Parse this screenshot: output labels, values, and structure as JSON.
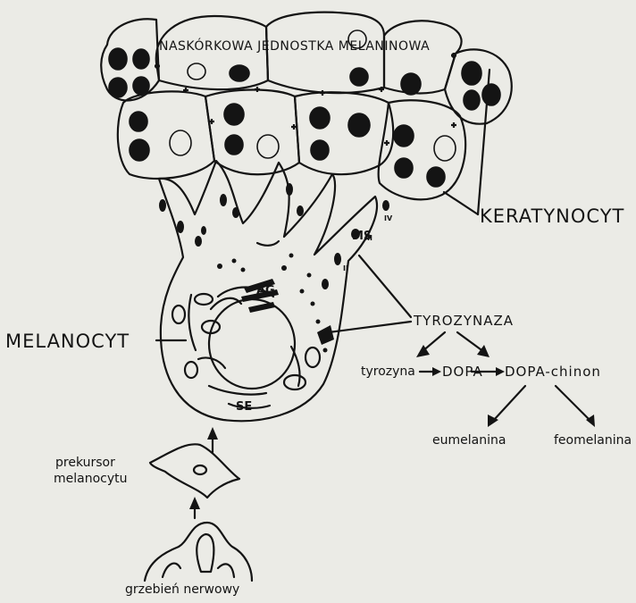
{
  "labels": {
    "unit_title": "NASKÓRKOWA JEDNOSTKA MELANINOWA",
    "keratinocyte": "KERATYNOCYT",
    "melanocyte": "MELANOCYT",
    "tyrosinase": "TYROZYNAZA",
    "tyrosine": "tyrozyna",
    "dopa": "DOPA",
    "dopaquinone": "DOPA-chinon",
    "eumelanin": "eumelanina",
    "pheomelanin": "feomelanina",
    "precursor_line1": "prekursor",
    "precursor_line2": "melanocytu",
    "neural_crest": "grzebień nerwowy",
    "ms": "MS",
    "ag": "AG",
    "se": "SE",
    "stage_iv": "IV",
    "stage_iii": "III",
    "stage_ii": "II"
  },
  "colors": {
    "ink": "#141414",
    "paper": "#ebebe6"
  }
}
